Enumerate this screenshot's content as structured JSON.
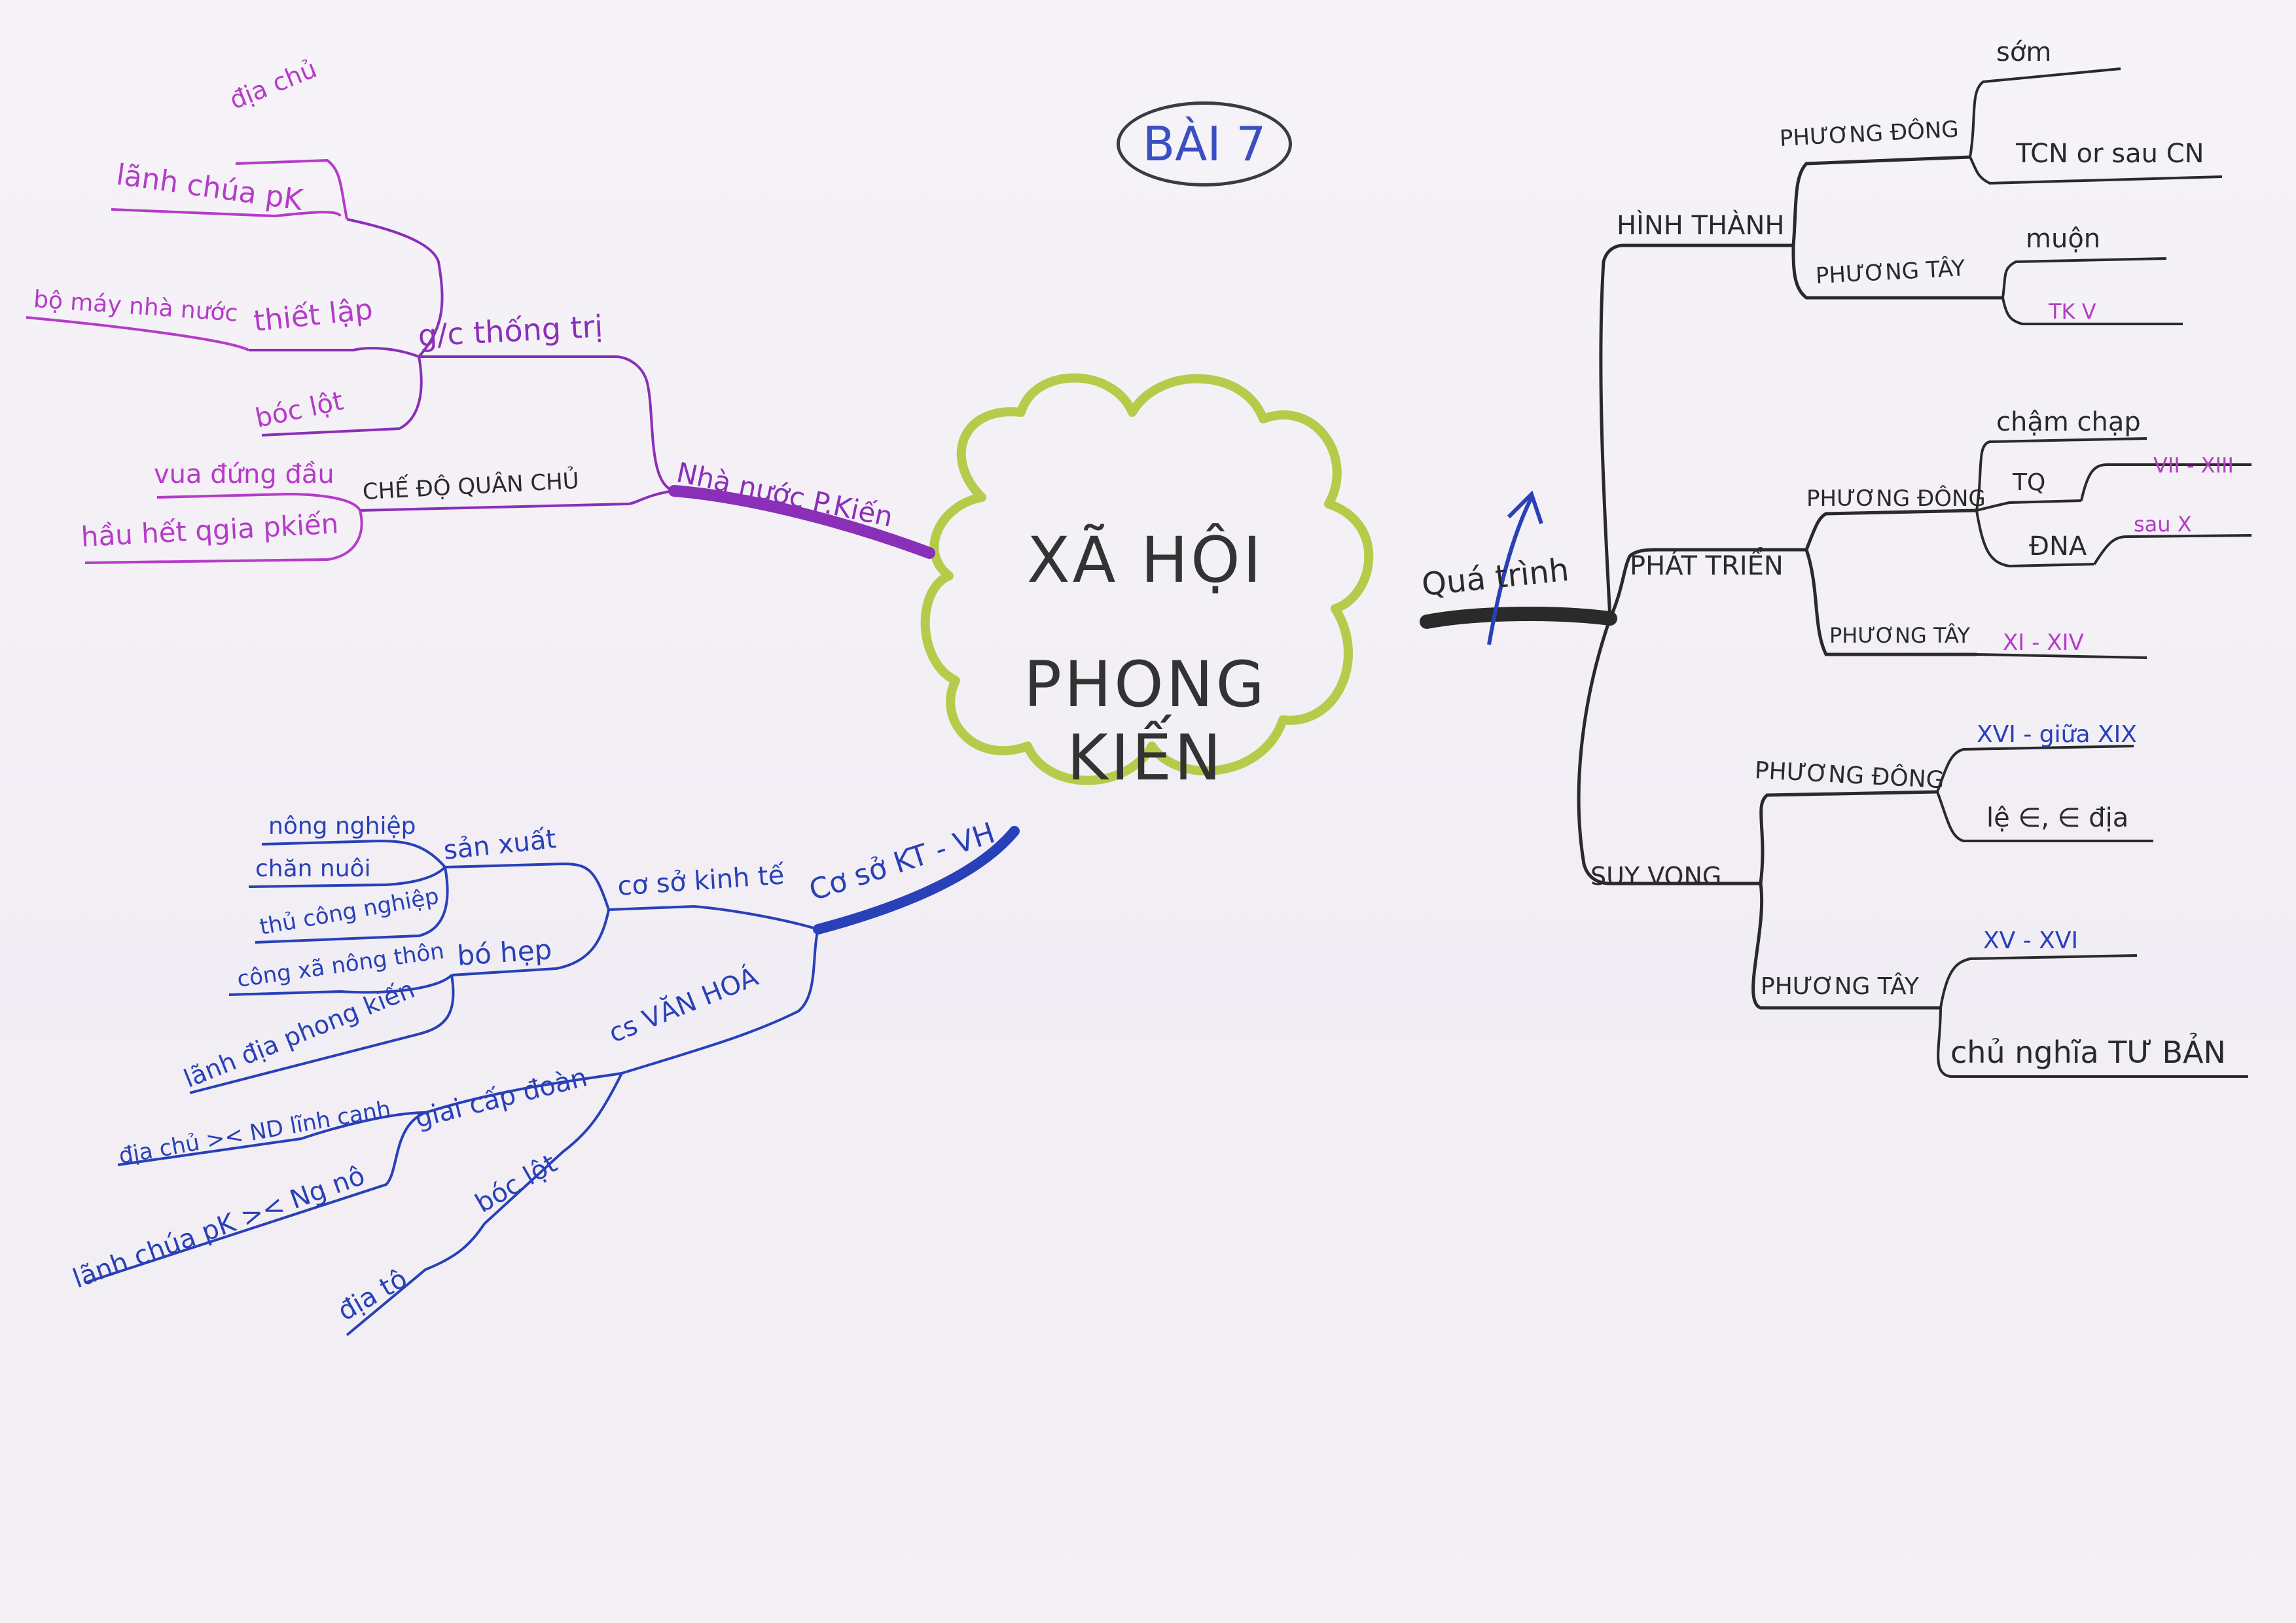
{
  "title": "BÀI 7",
  "center": {
    "line1": "XÃ HỘI",
    "line2": "PHONG KIẾN"
  },
  "right_branch": {
    "label": "Quá trình",
    "hinh_thanh": {
      "label": "HÌNH THÀNH",
      "phuong_dong": {
        "label": "PHƯƠNG ĐÔNG",
        "items": [
          "sớm",
          "TCN or sau CN"
        ]
      },
      "phuong_tay": {
        "label": "PHƯƠNG TÂY",
        "items": [
          "muộn",
          "TK V"
        ]
      }
    },
    "phat_trien": {
      "label": "PHÁT TRIỂN",
      "phuong_dong": {
        "label": "PHƯƠNG ĐÔNG",
        "items": [
          "chậm chạp",
          "TQ",
          "VII - XIII",
          "ĐNA",
          "sau X"
        ]
      },
      "phuong_tay": {
        "label": "PHƯƠNG TÂY",
        "items": [
          "XI - XIV"
        ]
      }
    },
    "suy_vong": {
      "label": "SUY VONG",
      "phuong_dong": {
        "label": "PHƯƠNG ĐÔNG",
        "items": [
          "XVI - giữa XIX",
          "lệ ∈, ∈ địa"
        ]
      },
      "phuong_tay": {
        "label": "PHƯƠNG TÂY",
        "items": [
          "XV - XVI",
          "chủ nghĩa TƯ BẢN"
        ]
      }
    }
  },
  "left_top_branch": {
    "label": "Nhà nước P.Kiến",
    "gc_thong_tri": {
      "label": "g/c thống trị",
      "items": [
        "địa chủ",
        "lãnh chúa pK",
        "thiết lập",
        "bộ máy nhà nước",
        "bóc lột"
      ]
    },
    "che_do": {
      "label": "CHẾ ĐỘ QUÂN CHỦ",
      "items": [
        "vua đứng đầu",
        "hầu hết qgia pkiến"
      ]
    }
  },
  "left_bottom_branch": {
    "label": "Cơ sở KT - VH",
    "kinh_te": {
      "label": "cơ sở kinh tế",
      "san_xuat": {
        "label": "sản xuất",
        "items": [
          "nông nghiệp",
          "chăn nuôi",
          "thủ công nghiệp"
        ]
      },
      "bo_hep": {
        "label": "bó hẹp",
        "items": [
          "công xã nông thôn",
          "lãnh địa phong kiến"
        ]
      }
    },
    "van_hoa": {
      "label": "cs VĂN HOÁ",
      "giai_cap": {
        "label": "giai cấp đoàn",
        "items": [
          "địa chủ >< ND lĩnh canh",
          "lãnh chúa pK >< Ng nô"
        ]
      },
      "boc_lot": {
        "label": "bóc lột",
        "items": [
          "địa tô"
        ]
      }
    }
  },
  "colors": {
    "ink": "#2a2a2a",
    "purple": "#8a2fb8",
    "magenta": "#b53bc8",
    "blue": "#2840b8",
    "cloud": "#b5cc4a"
  }
}
